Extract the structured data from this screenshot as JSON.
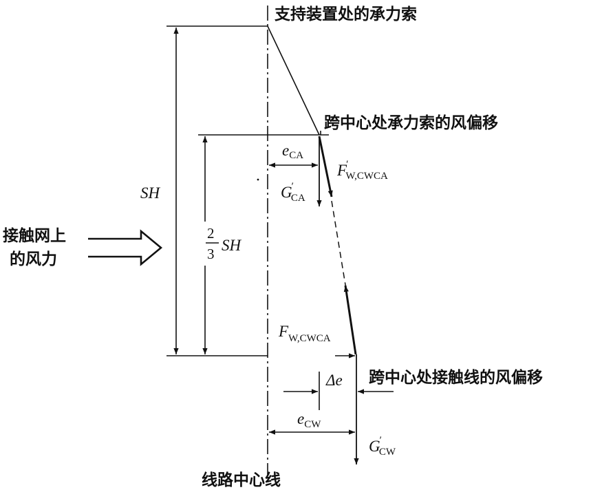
{
  "labels": {
    "support_cable": "支持装置处的承力索",
    "midspan_ca_deflection": "跨中心处承力索的风偏移",
    "midspan_cw_deflection": "跨中心处接触线的风偏移",
    "wind_force_line1": "接触网上",
    "wind_force_line2": "的风力",
    "centerline": "线路中心线",
    "sh": "SH",
    "frac_num": "2",
    "frac_den": "3",
    "frac_sh": "SH",
    "e_ca_main": "e",
    "e_ca_sub": "CA",
    "g_ca_main": "G",
    "g_ca_prime": "′",
    "g_ca_sub": "CA",
    "f_prime_main": "F",
    "f_prime_prime": "′",
    "f_prime_sub": "W,CWCA",
    "f_main": "F",
    "f_sub": "W,CWCA",
    "delta_e": "Δe",
    "e_cw_main": "e",
    "e_cw_sub": "CW",
    "g_cw_main": "G",
    "g_cw_prime": "′",
    "g_cw_sub": "CW"
  },
  "colors": {
    "ink": "#111111",
    "background": "#ffffff"
  }
}
